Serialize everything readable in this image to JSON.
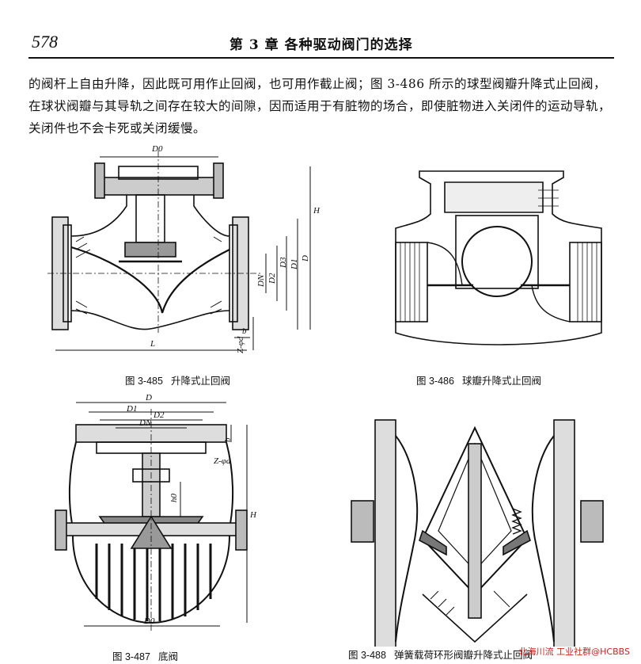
{
  "header": {
    "page_number": "578",
    "chapter_title": "第 3 章   各种驱动阀门的选择"
  },
  "body": {
    "paragraph": "的阀杆上自由升降，因此既可用作止回阀，也可用作截止阀；图 3-486 所示的球型阀瓣升降式止回阀，在球状阀瓣与其导轨之间存在较大的间隙，因而适用于有脏物的场合，即使脏物进入关闭件的运动导轨，关闭件也不会卡死或关闭缓慢。"
  },
  "figures": [
    {
      "id": "图 3-485",
      "caption": "升降式止回阀",
      "labels": {
        "d0": "D0",
        "h": "H",
        "dn": "DN",
        "d2": "D2",
        "d3": "D3",
        "d1": "D1",
        "d": "D",
        "zd": "Z-φd",
        "b": "b",
        "l": "L"
      }
    },
    {
      "id": "图 3-486",
      "caption": "球瓣升降式止回阀"
    },
    {
      "id": "图 3-487",
      "caption": "底阀",
      "labels": {
        "d": "D",
        "d1": "D1",
        "d2": "D2",
        "dn": "DN",
        "b": "b",
        "zd": "Z-φd",
        "h0": "h0",
        "h": "H",
        "d0": "D0"
      }
    },
    {
      "id": "图 3-488",
      "caption": "弹簧载荷环形阀瓣升降式止回阀"
    }
  ],
  "watermark": "北海川流 工业社群@HCBBS"
}
